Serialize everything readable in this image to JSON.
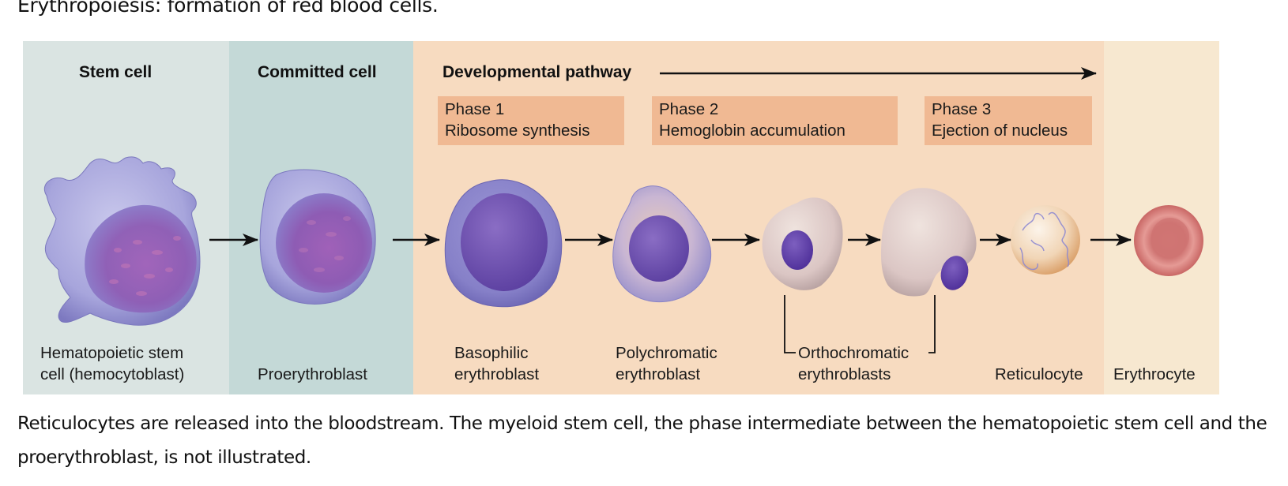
{
  "title": "Erythropoiesis: formation of red blood cells.",
  "figure": {
    "sections": [
      {
        "heading": "Stem cell",
        "color": "#dae4e2"
      },
      {
        "heading": "Committed cell",
        "color": "#c4d9d7"
      },
      {
        "heading": "Developmental pathway",
        "color": "#f7dbc0"
      },
      {
        "heading": "",
        "color": "#f7e8d0"
      }
    ],
    "phases": [
      {
        "title": "Phase 1",
        "desc": "Ribosome synthesis"
      },
      {
        "title": "Phase 2",
        "desc": "Hemoglobin accumulation"
      },
      {
        "title": "Phase 3",
        "desc": "Ejection of nucleus"
      }
    ],
    "cells": [
      {
        "line1": "Hematopoietic stem",
        "line2": "cell (hemocytoblast)"
      },
      {
        "line1": "",
        "line2": "Proerythroblast"
      },
      {
        "line1": "Basophilic",
        "line2": "erythroblast"
      },
      {
        "line1": "Polychromatic",
        "line2": "erythroblast"
      },
      {
        "line1": "Orthochromatic",
        "line2": "erythroblasts"
      },
      {
        "line1": "",
        "line2": "Reticulocyte"
      },
      {
        "line1": "",
        "line2": "Erythrocyte"
      }
    ],
    "colors": {
      "phase_box": "#f0b993",
      "arrow": "#111111",
      "cytoplasm_blue": "#9b98d4",
      "nucleus_purple": "#6a4aa8",
      "erythrocyte_red": "#d26b6b"
    }
  },
  "caption": "Reticulocytes are released into the bloodstream. The myeloid stem cell, the phase intermediate between the hematopoietic stem cell and the proerythroblast, is not illustrated."
}
